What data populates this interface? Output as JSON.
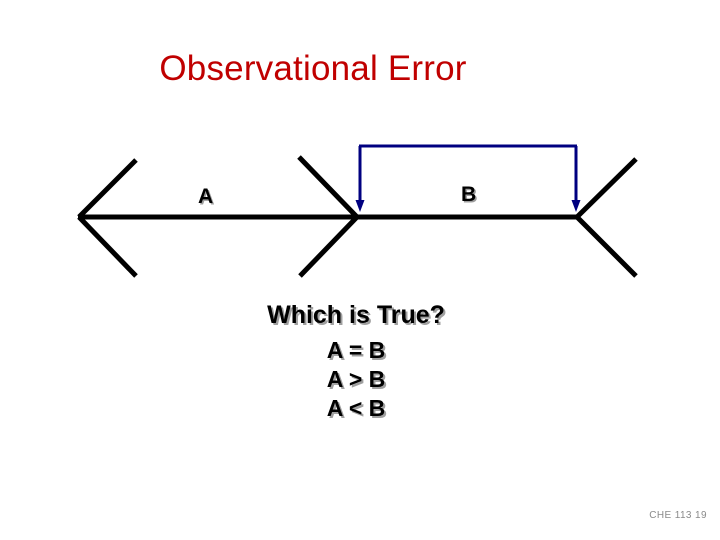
{
  "slide": {
    "title": "Observational Error",
    "title_color": "#C00000",
    "background_color": "#FFFFFF",
    "footer": "CHE 113 19"
  },
  "diagram": {
    "name": "muller-lyer-illusion",
    "line_color": "#000000",
    "bracket_color": "#000080",
    "segments": [
      {
        "id": "A",
        "label": "A"
      },
      {
        "id": "B",
        "label": "B"
      }
    ]
  },
  "question": {
    "heading": "Which is True?",
    "options": [
      "A = B",
      "A > B",
      "A < B"
    ]
  }
}
